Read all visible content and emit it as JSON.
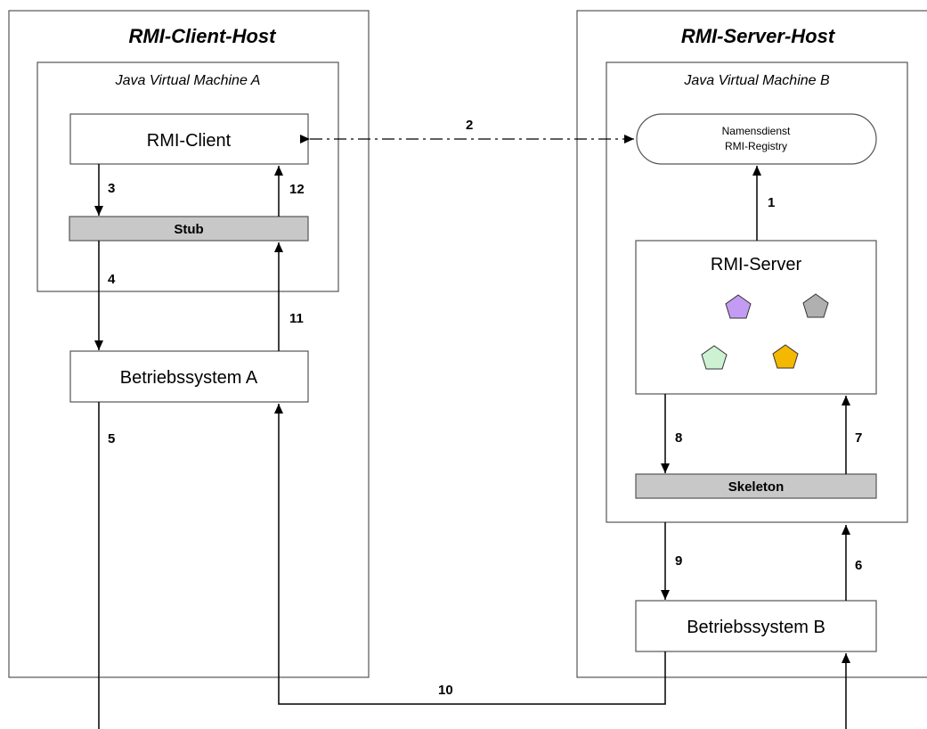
{
  "hosts": {
    "client_title": "RMI-Client-Host",
    "server_title": "RMI-Server-Host"
  },
  "jvms": {
    "a_label": "Java Virtual Machine A",
    "b_label": "Java Virtual Machine B"
  },
  "components": {
    "rmi_client": "RMI-Client",
    "stub": "Stub",
    "os_a": "Betriebssystem A",
    "registry_line1": "Namensdienst",
    "registry_line2": "RMI-Registry",
    "rmi_server": "RMI-Server",
    "skeleton": "Skeleton",
    "os_b": "Betriebssystem B"
  },
  "steps": {
    "s1": "1",
    "s2": "2",
    "s3": "3",
    "s4": "4",
    "s5": "5",
    "s6": "6",
    "s7": "7",
    "s8": "8",
    "s9": "9",
    "s10": "10",
    "s11": "11",
    "s12": "12"
  },
  "colors": {
    "pentagon_purple": "#c39bf2",
    "pentagon_gray": "#b0b0b0",
    "pentagon_green": "#cdf2d3",
    "pentagon_yellow": "#f5b800",
    "bar_fill": "#c8c8c8"
  }
}
